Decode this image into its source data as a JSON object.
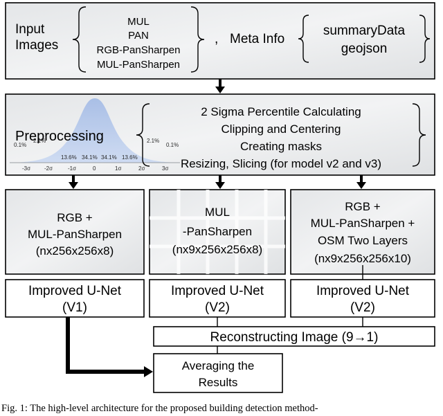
{
  "input": {
    "label_line1": "Input",
    "label_line2": "Images",
    "images": [
      "MUL",
      "PAN",
      "RGB-PanSharpen",
      "MUL-PanSharpen"
    ],
    "comma": ",",
    "meta_label": "Meta Info",
    "meta_items": [
      "summaryData",
      "geojson"
    ]
  },
  "preprocessing": {
    "label": "Preprocessing",
    "steps": [
      "2 Sigma Percentile Calculating",
      "Clipping and Centering",
      "Creating masks",
      "Resizing, Slicing (for model v2 and v3)"
    ],
    "bell_pct": [
      "0.1%",
      "2.1%",
      "13.6%",
      "34.1%",
      "34.1%",
      "13.6%",
      "2.1%",
      "0.1%"
    ],
    "bell_sigma": [
      "-3σ",
      "-2σ",
      "-1σ",
      "0",
      "1σ",
      "2σ",
      "3σ"
    ]
  },
  "inputs_row": [
    {
      "lines": [
        "RGB +",
        "MUL-PanSharpen",
        "(nx256x256x8)"
      ]
    },
    {
      "lines": [
        "MUL",
        "-PanSharpen",
        "(nx9x256x256x8)"
      ]
    },
    {
      "lines": [
        "RGB +",
        "MUL-PanSharpen +",
        "OSM Two Layers",
        "(nx9x256x256x10)"
      ]
    }
  ],
  "models": [
    {
      "line1": "Improved U-Net",
      "line2": "(V1)"
    },
    {
      "line1": "Improved U-Net",
      "line2": "(V2)"
    },
    {
      "line1": "Improved U-Net",
      "line2": "(V2)"
    }
  ],
  "reconstruct": {
    "label": "Reconstructing Image (9→1)"
  },
  "averaging": {
    "line1": "Averaging the",
    "line2": "Results"
  },
  "caption": "Fig. 1: The high-level architecture for the proposed building detection method-"
}
